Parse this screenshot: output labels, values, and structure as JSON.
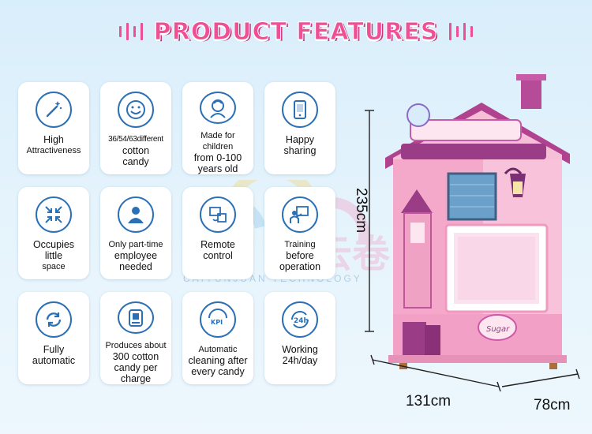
{
  "header": {
    "title": "PRODUCT FEATURES"
  },
  "features": [
    {
      "icon": "magic-wand-icon",
      "lines": [
        {
          "t": "High",
          "s": "n"
        },
        {
          "t": "Attractiveness",
          "s": "sm"
        }
      ]
    },
    {
      "icon": "smiley-icon",
      "lines": [
        {
          "t": "36/54/63different",
          "s": "xs"
        },
        {
          "t": "cotton",
          "s": "n"
        },
        {
          "t": "candy",
          "s": "n"
        }
      ]
    },
    {
      "icon": "child-icon",
      "lines": [
        {
          "t": "Made for",
          "s": "sm"
        },
        {
          "t": "children",
          "s": "sm"
        },
        {
          "t": "from 0-100",
          "s": "n"
        },
        {
          "t": "years old",
          "s": "n"
        }
      ]
    },
    {
      "icon": "tablet-icon",
      "lines": [
        {
          "t": "Happy",
          "s": "n"
        },
        {
          "t": "sharing",
          "s": "n"
        }
      ]
    },
    {
      "icon": "compress-arrows-icon",
      "lines": [
        {
          "t": "Occupies",
          "s": "n"
        },
        {
          "t": "little",
          "s": "n"
        },
        {
          "t": "space",
          "s": "sm"
        }
      ]
    },
    {
      "icon": "employee-icon",
      "lines": [
        {
          "t": "Only part-time",
          "s": "sm"
        },
        {
          "t": "employee",
          "s": "n"
        },
        {
          "t": "needed",
          "s": "n"
        }
      ]
    },
    {
      "icon": "remote-control-icon",
      "lines": [
        {
          "t": "Remote",
          "s": "n"
        },
        {
          "t": "control",
          "s": "n"
        }
      ]
    },
    {
      "icon": "training-icon",
      "lines": [
        {
          "t": "Training",
          "s": "sm"
        },
        {
          "t": "before",
          "s": "n"
        },
        {
          "t": "operation",
          "s": "n"
        }
      ]
    },
    {
      "icon": "refresh-icon",
      "lines": [
        {
          "t": "Fully",
          "s": "n"
        },
        {
          "t": "automatic",
          "s": "n"
        }
      ]
    },
    {
      "icon": "cotton-candy-machine-icon",
      "lines": [
        {
          "t": "Produces about",
          "s": "sm"
        },
        {
          "t": "300 cotton",
          "s": "n"
        },
        {
          "t": "candy per",
          "s": "n"
        },
        {
          "t": "charge",
          "s": "n"
        }
      ]
    },
    {
      "icon": "kpi-icon",
      "lines": [
        {
          "t": "Automatic",
          "s": "sm"
        },
        {
          "t": "cleaning after",
          "s": "n"
        },
        {
          "t": "every candy",
          "s": "n"
        }
      ]
    },
    {
      "icon": "24h-icon",
      "lines": [
        {
          "t": "Working",
          "s": "n"
        },
        {
          "t": "24h/day",
          "s": "n"
        }
      ]
    }
  ],
  "watermark": {
    "text": "CAIYUNJUAN TECHNOLOGY"
  },
  "dimensions": {
    "height": "235cm",
    "width": "131cm",
    "depth": "78cm"
  },
  "colors": {
    "accent": "#ef4f95",
    "icon": "#2b6fb5",
    "machine_pink": "#f3a6c9",
    "machine_purple": "#9b3d86"
  }
}
